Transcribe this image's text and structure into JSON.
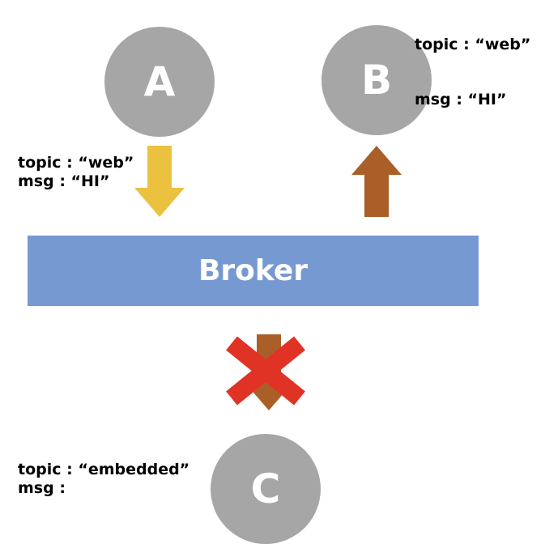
{
  "nodes": {
    "a": {
      "label": "A"
    },
    "b": {
      "label": "B"
    },
    "c": {
      "label": "C"
    }
  },
  "broker": {
    "label": "Broker"
  },
  "messages": {
    "publisher_a": {
      "topic": "topic : “web”",
      "msg": "msg : “HI”"
    },
    "subscriber_b": {
      "topic": "topic : “web”",
      "msg": "msg : “HI”"
    },
    "subscriber_c": {
      "topic": "topic : “embedded”",
      "msg": "msg :"
    }
  },
  "colors": {
    "node": "#a6a6a6",
    "broker": "#7799d1",
    "publish_arrow": "#ecc13f",
    "deliver_arrow": "#aa5f28",
    "blocked_mark": "#e03325"
  },
  "icons": {
    "publish_arrow": "arrow-down-icon",
    "deliver_arrow": "arrow-up-icon",
    "blocked_arrow": "arrow-down-icon",
    "blocked_mark": "cross-icon"
  }
}
